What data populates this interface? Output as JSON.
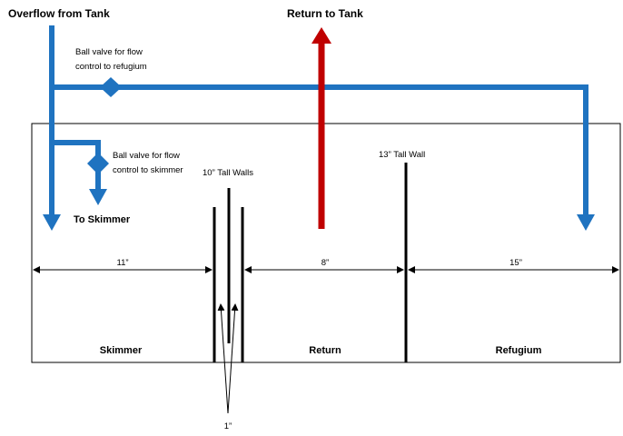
{
  "labels": {
    "overflow": "Overflow from Tank",
    "return_to_tank": "Return to Tank",
    "valve_refugium_line1": "Ball valve for flow",
    "valve_refugium_line2": "control to refugium",
    "valve_skimmer_line1": "Ball valve for flow",
    "valve_skimmer_line2": "control to skimmer",
    "to_skimmer": "To Skimmer",
    "tall_walls_10": "10” Tall Walls",
    "tall_wall_13": "13” Tall Wall",
    "dim_skimmer": "11”",
    "dim_return": "8”",
    "dim_refugium": "15”",
    "dim_gap": "1”",
    "chamber_skimmer": "Skimmer",
    "chamber_return": "Return",
    "chamber_refugium": "Refugium"
  },
  "colors": {
    "pipe": "#1f73c0",
    "return_pipe": "#c00000",
    "walls": "#000000"
  }
}
